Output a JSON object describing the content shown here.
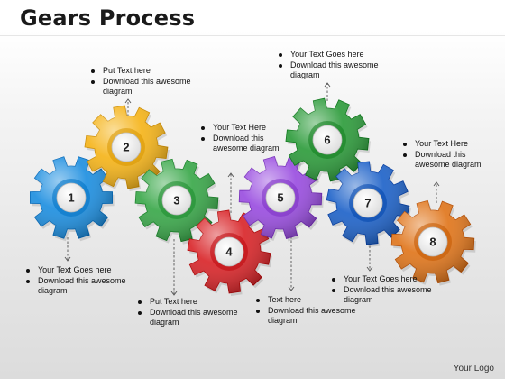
{
  "title": "Gears Process",
  "footer": "Your Logo",
  "gears": [
    {
      "label": "1",
      "color": "#1e8fe0"
    },
    {
      "label": "2",
      "color": "#f5b41a"
    },
    {
      "label": "3",
      "color": "#3aa84a"
    },
    {
      "label": "4",
      "color": "#d9262a"
    },
    {
      "label": "5",
      "color": "#9a4ee0"
    },
    {
      "label": "6",
      "color": "#2e9c3c"
    },
    {
      "label": "7",
      "color": "#1f63c9"
    },
    {
      "label": "8",
      "color": "#e0761c"
    }
  ],
  "notes": [
    {
      "lines": [
        "Your Text Goes here",
        "Download this awesome diagram"
      ]
    },
    {
      "lines": [
        "Put Text here",
        "Download this awesome diagram"
      ]
    },
    {
      "lines": [
        "Put Text here",
        "Download this awesome diagram"
      ]
    },
    {
      "lines": [
        "Your Text Here",
        "Download this awesome diagram"
      ]
    },
    {
      "lines": [
        "Text here",
        "Download this awesome diagram"
      ]
    },
    {
      "lines": [
        "Your Text Goes here",
        "Download this awesome diagram"
      ]
    },
    {
      "lines": [
        "Your Text Goes here",
        "Download this awesome diagram"
      ]
    },
    {
      "lines": [
        "Your Text Here",
        "Download this awesome diagram"
      ]
    }
  ]
}
